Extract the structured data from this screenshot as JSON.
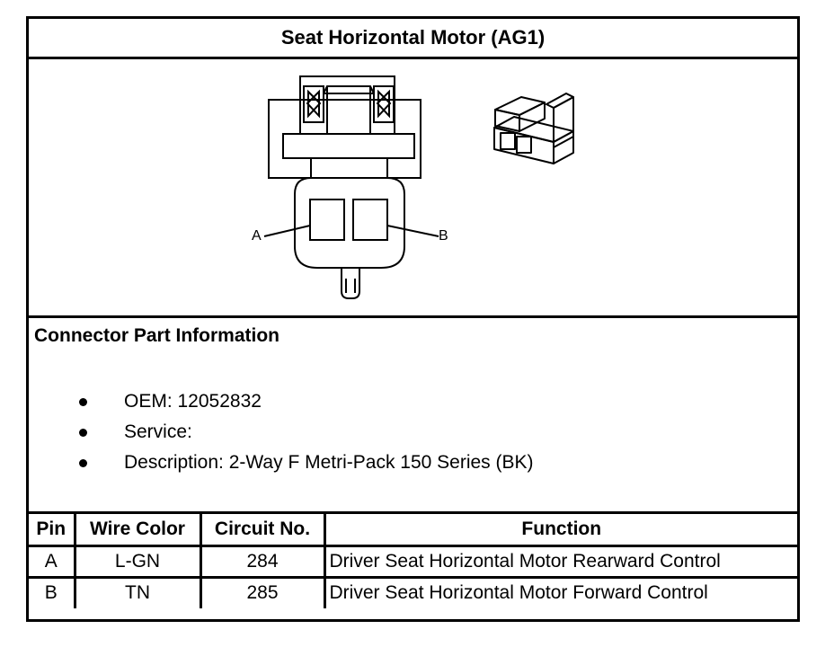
{
  "header": {
    "title": "Seat Horizontal Motor (AG1)"
  },
  "diagram": {
    "pin_labels": [
      "A",
      "B"
    ],
    "icons": [
      "connector-face-view-icon",
      "connector-isometric-icon"
    ]
  },
  "connector_info": {
    "heading": "Connector Part Information",
    "items": [
      "OEM: 12052832",
      "Service:",
      "Description: 2-Way F Metri-Pack 150 Series (BK)"
    ]
  },
  "pin_table": {
    "columns": [
      "Pin",
      "Wire Color",
      "Circuit No.",
      "Function"
    ],
    "rows": [
      {
        "pin": "A",
        "wire_color": "L-GN",
        "circuit": "284",
        "function": "Driver Seat Horizontal Motor Rearward Control"
      },
      {
        "pin": "B",
        "wire_color": "TN",
        "circuit": "285",
        "function": "Driver Seat Horizontal Motor Forward Control"
      }
    ]
  }
}
